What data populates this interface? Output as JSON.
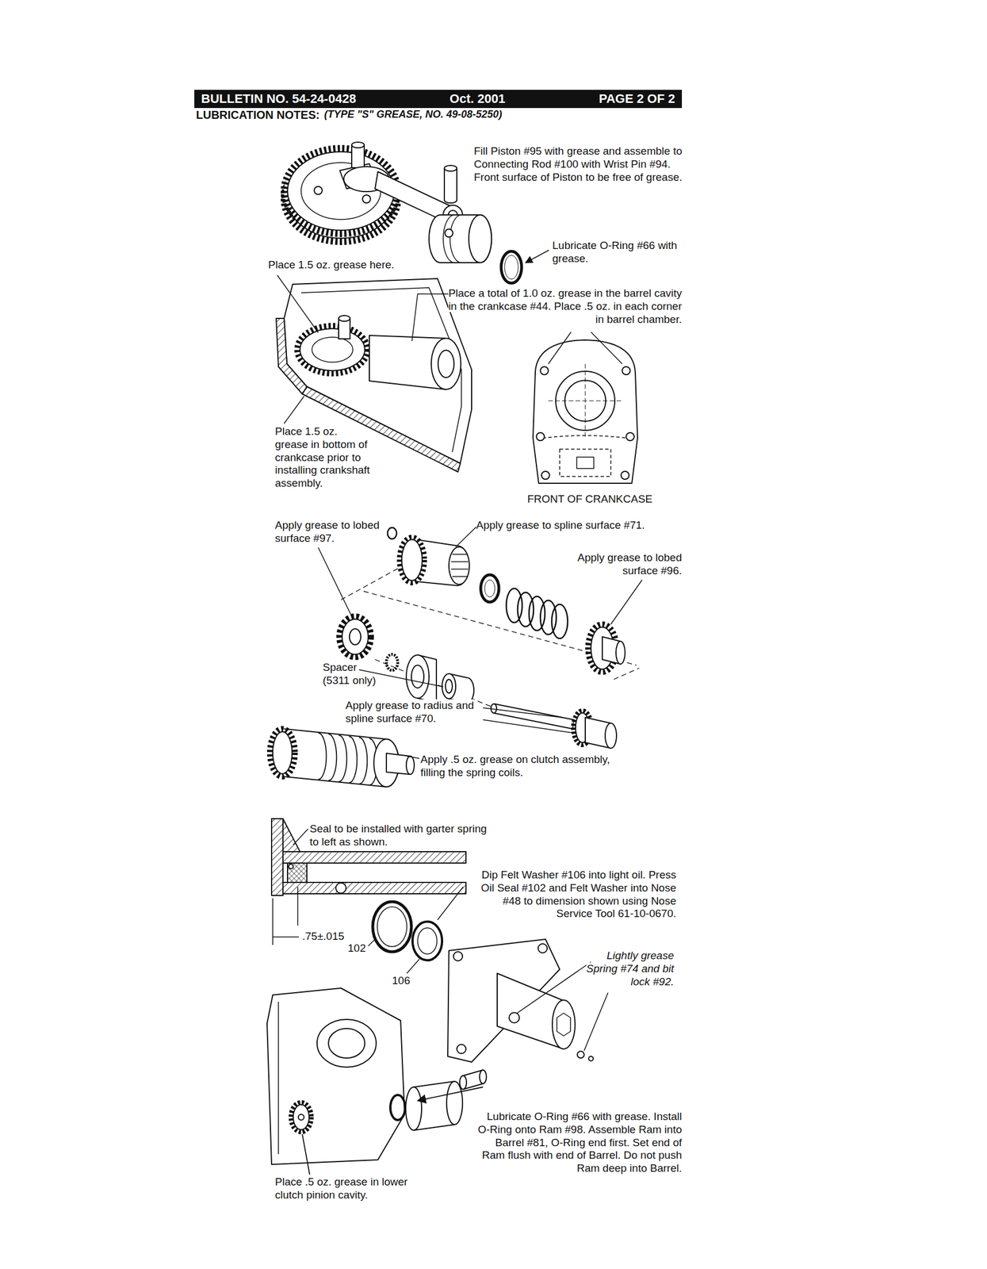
{
  "diagram": {
    "title": "LUBRICATION NOTES:",
    "nodes": [
      {
        "text": [
          "BULLETIN NO. 54-24-0428",
          "Oct. 2001",
          "PAGE 2 OF 2"
        ]
      }
    ],
    "labels": [
      "(TYPE \"S\" GREASE, NO. 49-08-5250)",
      "Fill Piston #95 with grease and assemble to Connecting Rod #100 with Wrist Pin #94. Front surface of Piston to be free of grease.",
      "Lubricate O-Ring #66 with grease.",
      "Place 1.5 oz. grease here.",
      "Place a total of 1.0 oz. grease in the barrel cavity in the crankcase #44. Place .5 oz. in each corner in barrel chamber.",
      "Place 1.5 oz. grease in bottom of crankcase prior to installing crankshaft assembly.",
      "FRONT OF CRANKCASE",
      "Apply grease to lobed surface #97.",
      "Apply grease to spline surface #71.",
      "Apply grease to lobed surface #96.",
      "Spacer (5311 only)",
      "Apply grease to radius and spline surface #70.",
      "Apply .5 oz. grease on clutch assembly, filling the spring coils.",
      "Seal to be installed with garter spring to left as shown.",
      "Dip Felt Washer #106 into light oil. Press Oil Seal #102 and Felt Washer into Nose #48 to dimension shown using Nose Service Tool 61-10-0670.",
      ".75±.015",
      "102",
      "106",
      "Lightly grease Spring #74 and bit lock #92.",
      "Lubricate O-Ring #66 with grease. Install O-Ring onto Ram #98. Assemble Ram into Barrel #81, O-Ring end first. Set end of Ram flush with end of Barrel. Do not push Ram deep into Barrel.",
      "Place .5 oz. grease in lower clutch pinion cavity."
    ]
  }
}
